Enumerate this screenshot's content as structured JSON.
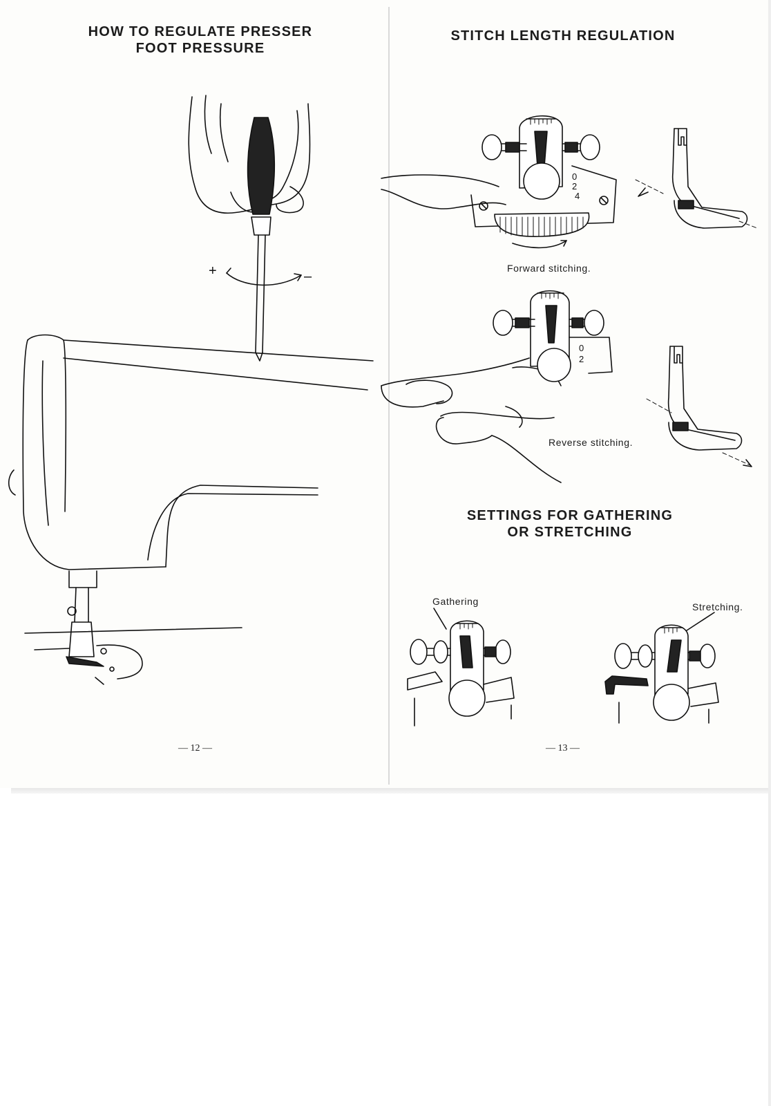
{
  "left_page": {
    "heading": "HOW TO REGULATE PRESSER\nFOOT PRESSURE",
    "plus_label": "+",
    "minus_label": "–",
    "page_number": "— 12 —"
  },
  "right_page": {
    "heading": "STITCH LENGTH REGULATION",
    "forward_caption": "Forward stitching.",
    "reverse_caption": "Reverse stitching.",
    "settings_heading": "SETTINGS FOR GATHERING\nOR STRETCHING",
    "gathering_label": "Gathering",
    "stretching_label": "Stretching.",
    "page_number": "— 13 —"
  },
  "icons": [
    "screwdriver-hand-icon",
    "sewing-machine-head-icon",
    "stitch-regulator-icon",
    "presser-foot-icon"
  ]
}
